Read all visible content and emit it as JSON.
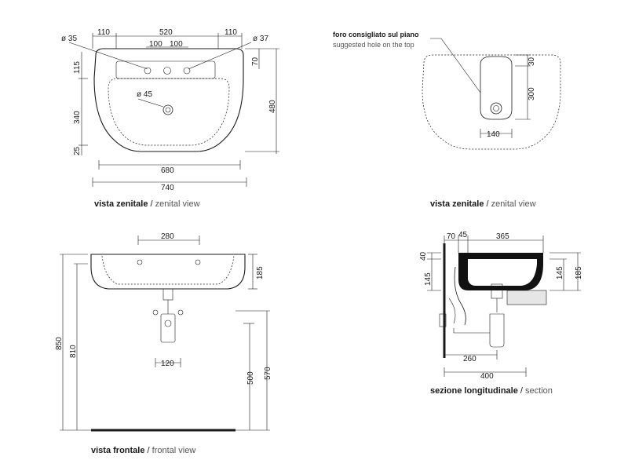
{
  "views": {
    "top_left": {
      "caption_bold": "vista zenitale",
      "caption_sep": " / ",
      "caption_light": "zenital view",
      "dims": {
        "dia_left": "ø 35",
        "dia_right": "ø 37",
        "w110_left": "110",
        "w520": "520",
        "w110_right": "110",
        "w100_a": "100",
        "w100_b": "100",
        "h115": "115",
        "h340": "340",
        "h25": "25",
        "h70": "70",
        "h480": "480",
        "dia_drain": "ø 45",
        "w680": "680",
        "w740": "740"
      }
    },
    "top_right": {
      "note_bold": "foro consigliato sul piano",
      "note_light": "suggested hole on the top",
      "caption_bold": "vista zenitale",
      "caption_sep": " / ",
      "caption_light": "zenital view",
      "dims": {
        "h30": "30",
        "h300": "300",
        "w140": "140"
      }
    },
    "bottom_left": {
      "caption_bold": "vista frontale",
      "caption_sep": " / ",
      "caption_light": "frontal view",
      "dims": {
        "w280": "280",
        "w120": "120",
        "h185": "185",
        "h850": "850",
        "h810": "810",
        "h500": "500",
        "h570": "570"
      }
    },
    "bottom_right": {
      "caption_bold": "sezione longitudinale",
      "caption_sep": " / ",
      "caption_light": "section",
      "dims": {
        "w70": "70",
        "w45": "45",
        "w365": "365",
        "h40": "40",
        "h145_left": "145",
        "h145_right": "145",
        "h185": "185",
        "w260": "260",
        "w400": "400"
      }
    }
  },
  "colors": {
    "line": "#1a1a1a",
    "caption_light": "#555555",
    "basin_fill": "#111111",
    "counter": "#e6e6e6"
  }
}
